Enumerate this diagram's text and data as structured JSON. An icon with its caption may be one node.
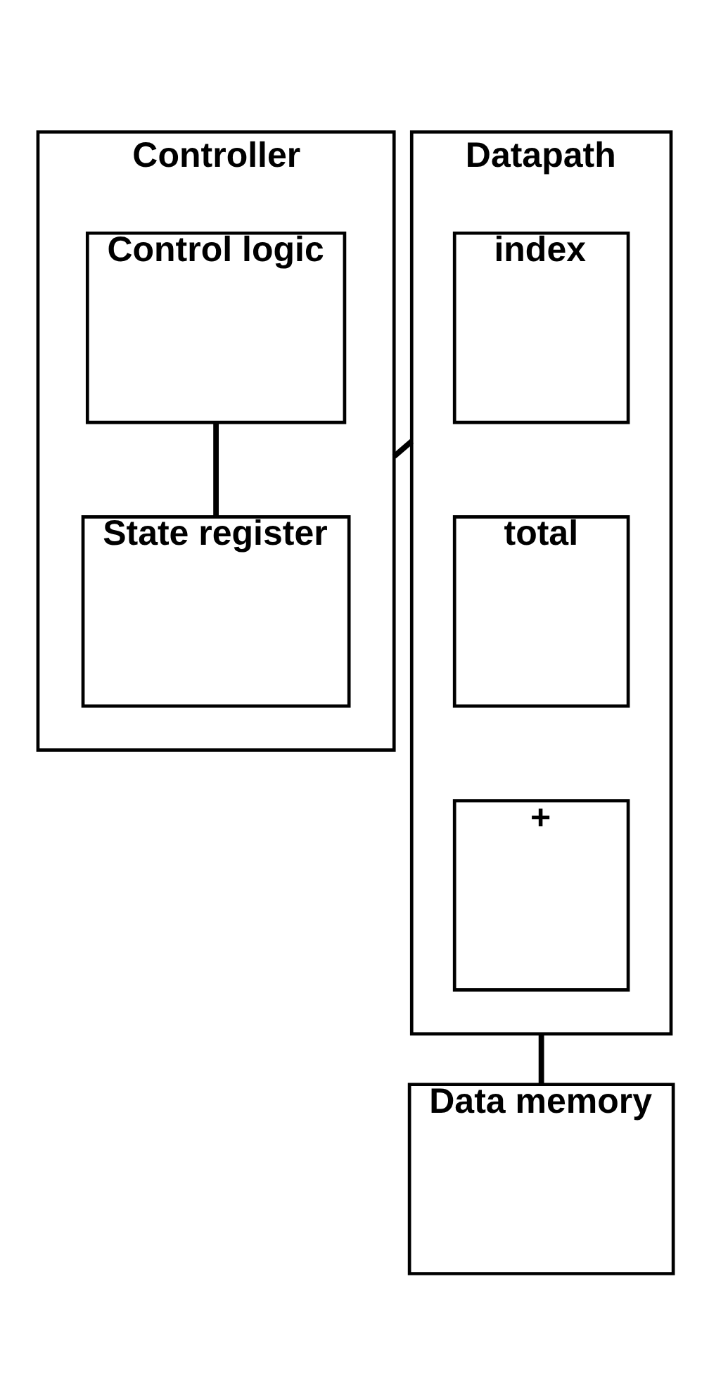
{
  "diagram": {
    "nodes": [
      {
        "text": [
          "Controller"
        ]
      },
      {
        "text": [
          "Control logic"
        ],
        "in": 0
      },
      {
        "text": [
          "State register"
        ],
        "in": 0
      },
      {
        "text": [
          "Datapath"
        ]
      },
      {
        "text": [
          "index"
        ],
        "in": 3
      },
      {
        "text": [
          "total"
        ],
        "in": 3
      },
      {
        "text": [
          "+"
        ],
        "in": 3
      },
      {
        "text": [
          "Data memory"
        ]
      }
    ],
    "edges": [
      {
        "from": 0,
        "to": 3,
        "arrow": "none"
      },
      {
        "from": 1,
        "to": 2,
        "arrow": "none"
      },
      {
        "from": 3,
        "to": 7,
        "arrow": "none"
      }
    ]
  }
}
